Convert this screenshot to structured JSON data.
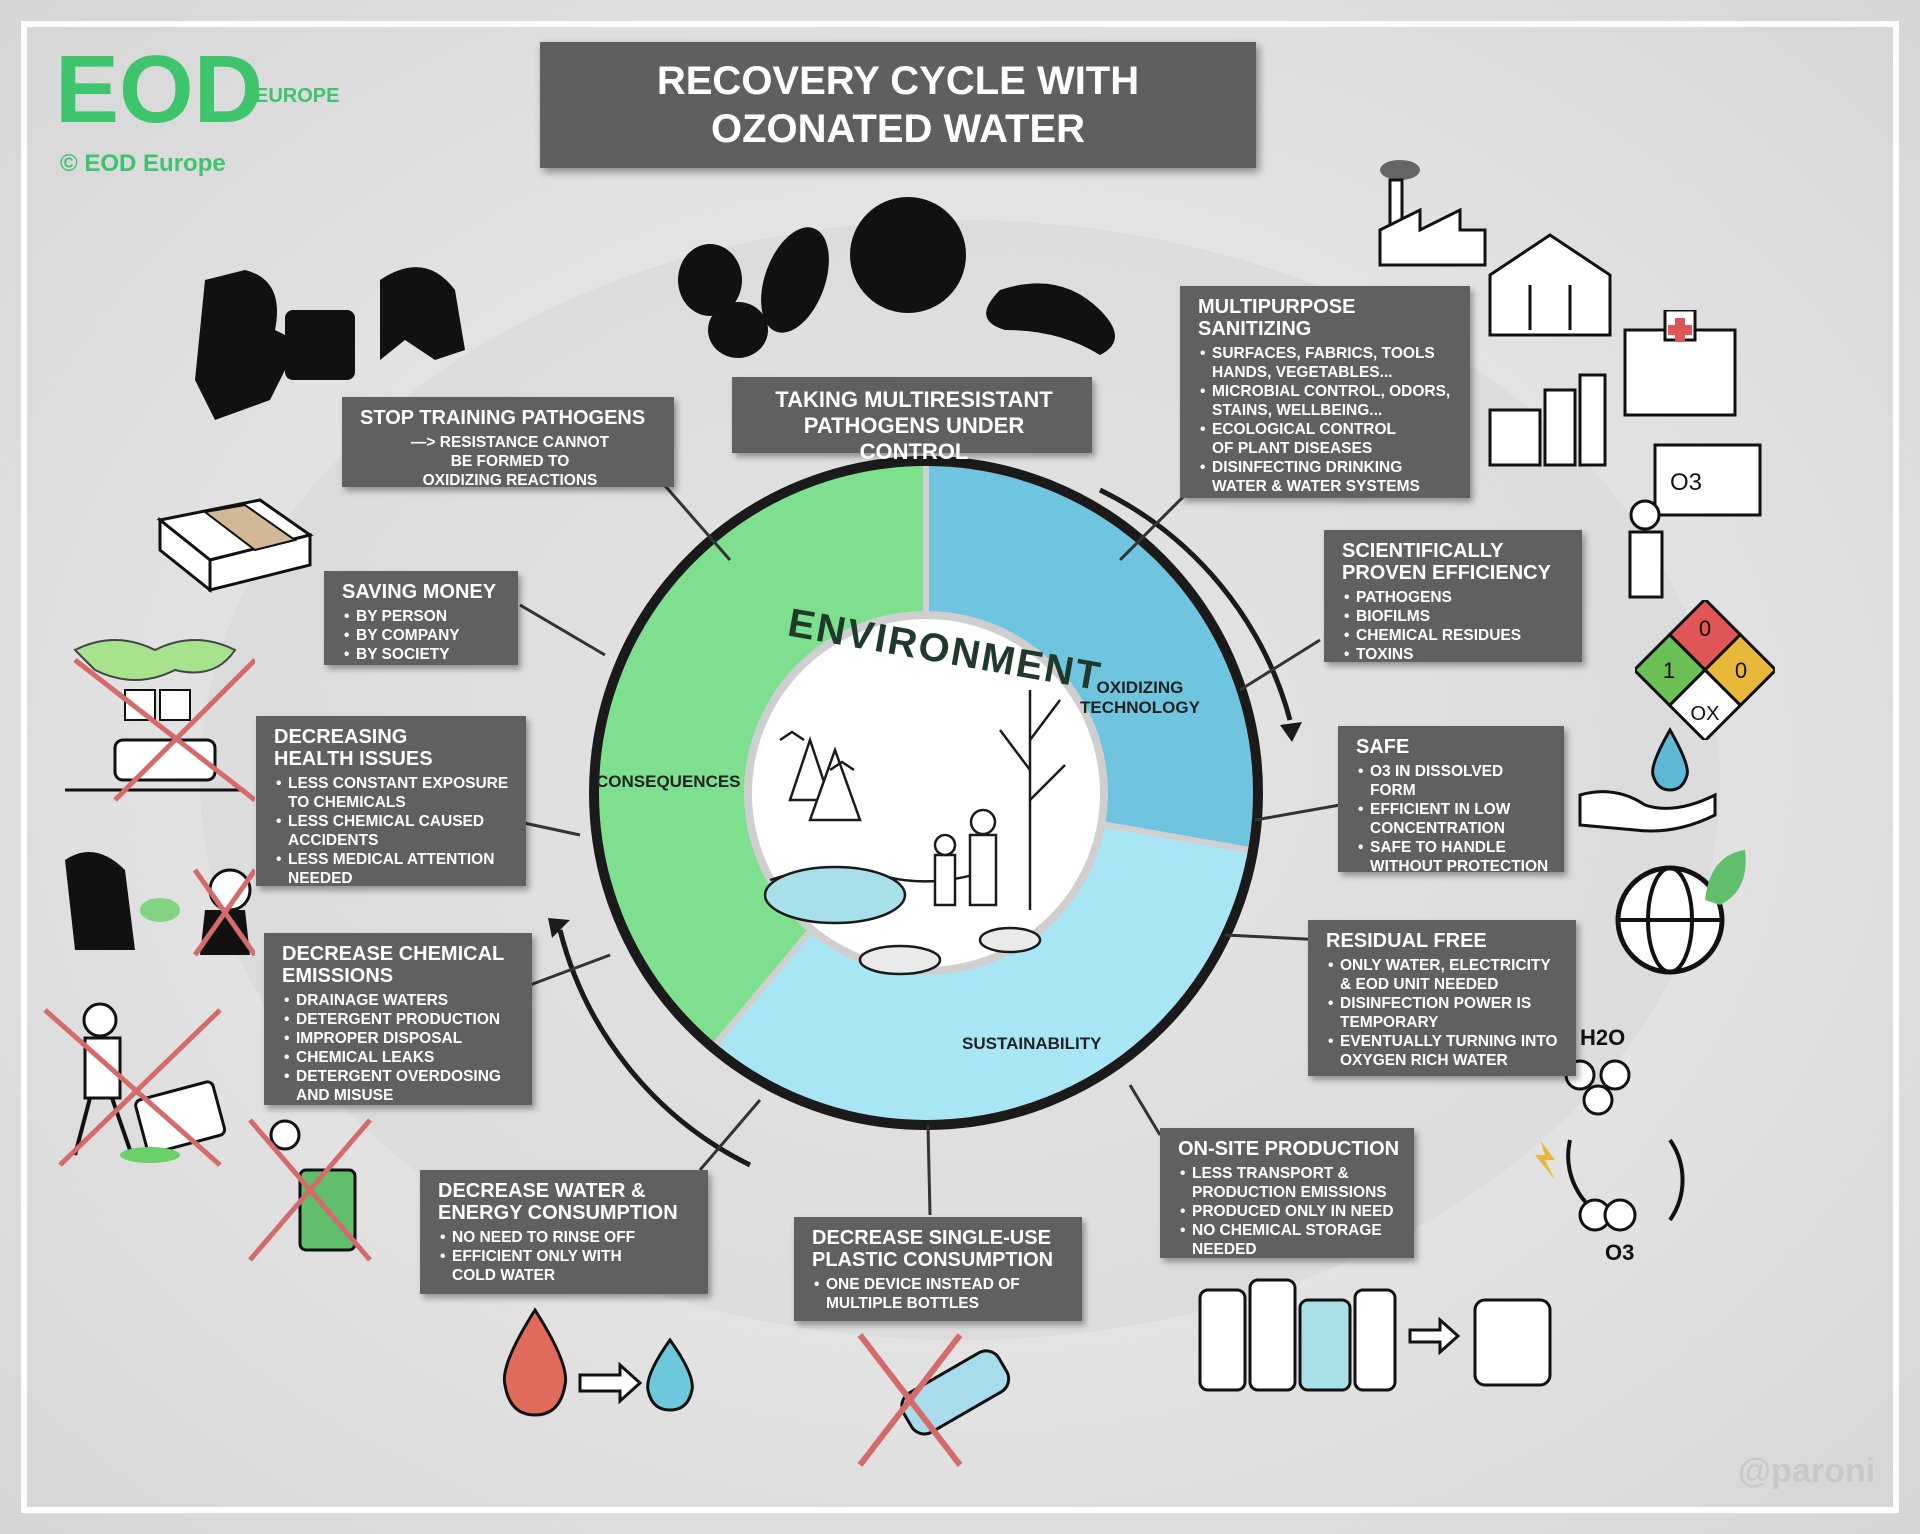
{
  "title": "RECOVERY CYCLE WITH\nOZONATED WATER",
  "logo": {
    "wordmark": "EOD",
    "badge": "EUROPE",
    "caption": "© EOD Europe"
  },
  "watermark": "@paroni",
  "center": {
    "label": "ENVIRONMENT",
    "segments": [
      {
        "label": "OXIDIZING\nTECHNOLOGY",
        "color": "#6fc4e0"
      },
      {
        "label": "SUSTAINABILITY",
        "color": "#a8e6f6"
      },
      {
        "label": "CONSEQUENCES",
        "color": "#7ee08f"
      }
    ],
    "ring_color": "#1a1a1a"
  },
  "boxes": {
    "top_center": {
      "title": "TAKING MULTIRESISTANT\nPATHOGENS UNDER CONTROL"
    },
    "stop_training": {
      "title": "STOP TRAINING PATHOGENS",
      "sub": "—> RESISTANCE CANNOT\nBE FORMED TO\nOXIDIZING REACTIONS"
    },
    "saving_money": {
      "title": "SAVING MONEY",
      "items": [
        "BY PERSON",
        "BY COMPANY",
        "BY SOCIETY"
      ]
    },
    "health": {
      "title": "DECREASING\nHEALTH ISSUES",
      "items": [
        "LESS CONSTANT EXPOSURE\nTO CHEMICALS",
        "LESS CHEMICAL CAUSED\nACCIDENTS",
        "LESS MEDICAL ATTENTION\nNEEDED"
      ]
    },
    "emissions": {
      "title": "DECREASE CHEMICAL\nEMISSIONS",
      "items": [
        "DRAINAGE WATERS",
        "DETERGENT PRODUCTION",
        "IMPROPER DISPOSAL",
        "CHEMICAL LEAKS",
        "DETERGENT OVERDOSING\nAND MISUSE"
      ]
    },
    "water_energy": {
      "title": "DECREASE WATER &\nENERGY CONSUMPTION",
      "items": [
        "NO NEED TO RINSE OFF",
        "EFFICIENT ONLY WITH\nCOLD WATER"
      ]
    },
    "plastic": {
      "title": "DECREASE SINGLE-USE\nPLASTIC CONSUMPTION",
      "items": [
        "ONE DEVICE INSTEAD OF\nMULTIPLE BOTTLES"
      ]
    },
    "onsite": {
      "title": "ON-SITE PRODUCTION",
      "items": [
        "LESS TRANSPORT &\nPRODUCTION EMISSIONS",
        "PRODUCED ONLY IN NEED",
        "NO CHEMICAL STORAGE\nNEEDED"
      ]
    },
    "residual": {
      "title": "RESIDUAL FREE",
      "items": [
        "ONLY WATER, ELECTRICITY\n& EOD UNIT NEEDED",
        "DISINFECTION POWER IS\nTEMPORARY",
        "EVENTUALLY TURNING INTO\nOXYGEN RICH WATER"
      ]
    },
    "safe": {
      "title": "SAFE",
      "items": [
        "O3 IN DISSOLVED\nFORM",
        "EFFICIENT IN LOW\nCONCENTRATION",
        "SAFE TO HANDLE\nWITHOUT PROTECTION"
      ]
    },
    "scientific": {
      "title": "SCIENTIFICALLY\nPROVEN EFFICIENCY",
      "items": [
        "PATHOGENS",
        "BIOFILMS",
        "CHEMICAL RESIDUES",
        "TOXINS"
      ]
    },
    "multipurpose": {
      "title": "MULTIPURPOSE\nSANITIZING",
      "items": [
        "SURFACES, FABRICS, TOOLS\nHANDS, VEGETABLES...",
        "MICROBIAL CONTROL, ODORS,\nSTAINS, WELLBEING...",
        "ECOLOGICAL CONTROL\nOF PLANT DISEASES",
        "DISINFECTING DRINKING\nWATER & WATER SYSTEMS"
      ]
    }
  },
  "icons": {
    "hazard_diamond": {
      "cells": [
        "0",
        "1",
        "0",
        "OX"
      ],
      "colors": [
        "#e05555",
        "#6cbf55",
        "#e7b83a",
        "#ffffff"
      ]
    },
    "molecules": {
      "top": "H2O",
      "bottom": "O3"
    },
    "chart_board": "O3"
  }
}
